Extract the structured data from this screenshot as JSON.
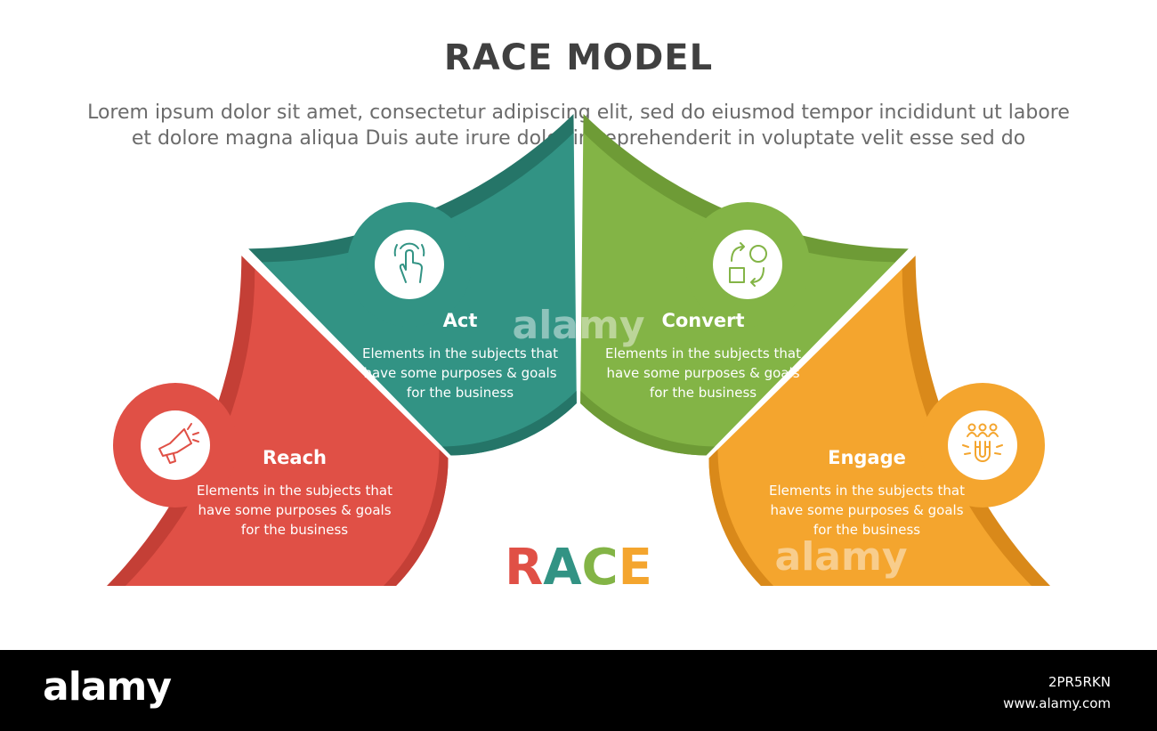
{
  "title": "RACE MODEL",
  "subtitle_line1": "Lorem ipsum dolor sit amet, consectetur adipiscing elit, sed do eiusmod tempor incididunt ut labore",
  "subtitle_line2": "et dolore magna aliqua Duis aute irure dolor in reprehenderit in voluptate velit esse sed do",
  "segments": [
    {
      "title": "Reach",
      "desc": [
        "Elements in the subjects that",
        "have  some purposes & goals",
        "for the  business"
      ],
      "icon": "megaphone-icon",
      "color": "#E05046",
      "edge": "#C43F36"
    },
    {
      "title": "Act",
      "desc": [
        "Elements in the subjects that",
        "have  some purposes & goals",
        "for the  business"
      ],
      "icon": "tap-finger-icon",
      "color": "#329384",
      "edge": "#257568"
    },
    {
      "title": "Convert",
      "desc": [
        "Elements in the subjects that",
        "have  some purposes & goals",
        "for the  business"
      ],
      "icon": "shapes-convert-icon",
      "color": "#83B446",
      "edge": "#6E9B36"
    },
    {
      "title": "Engage",
      "desc": [
        "Elements in the subjects that",
        "have  some purposes & goals",
        "for the  business"
      ],
      "icon": "magnet-people-icon",
      "color": "#F4A52E",
      "edge": "#D9891A"
    }
  ],
  "center_letters": [
    {
      "char": "R",
      "color": "#E05046"
    },
    {
      "char": "A",
      "color": "#329384"
    },
    {
      "char": "C",
      "color": "#83B446"
    },
    {
      "char": "E",
      "color": "#F4A52E"
    }
  ],
  "watermark": "alamy",
  "footer": {
    "logo": "alamy",
    "image_id": "2PR5RKN",
    "url": "www.alamy.com"
  }
}
